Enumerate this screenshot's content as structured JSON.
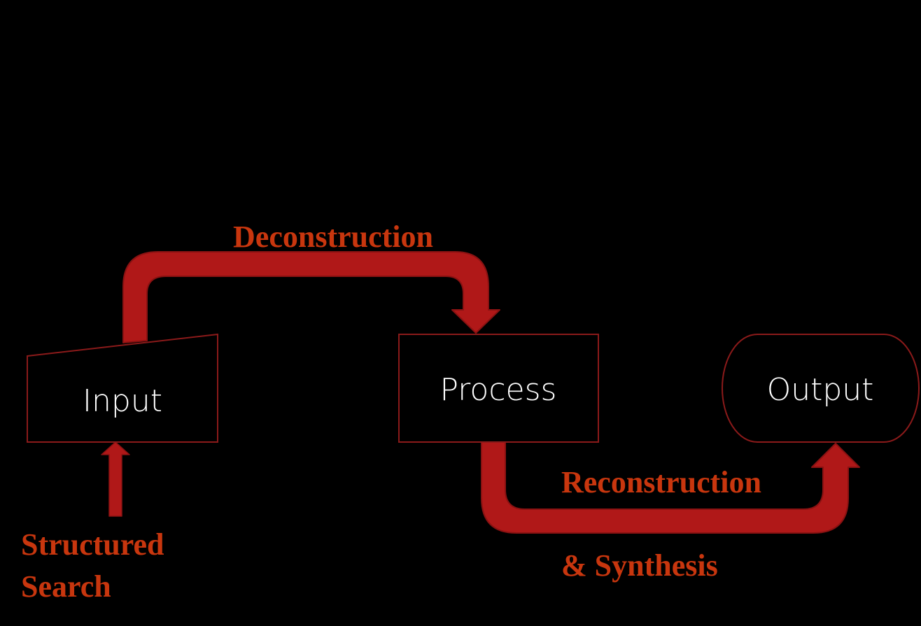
{
  "diagram": {
    "type": "flowchart",
    "nodes": [
      {
        "id": "input",
        "label": "Input",
        "shape": "manual-input"
      },
      {
        "id": "process",
        "label": "Process",
        "shape": "rectangle"
      },
      {
        "id": "output",
        "label": "Output",
        "shape": "terminator"
      }
    ],
    "edges": [
      {
        "from": "structured-search",
        "to": "input",
        "label_lines": [
          "Structured",
          "Search"
        ]
      },
      {
        "from": "input",
        "to": "process",
        "label_lines": [
          "Deconstruction"
        ]
      },
      {
        "from": "process",
        "to": "output",
        "label_lines": [
          "Reconstruction",
          "& Synthesis"
        ]
      }
    ],
    "colors": {
      "background": "#000000",
      "arrow_fill": "#b01818",
      "arrow_outline": "#8a1212",
      "node_border": "#8b1a1a",
      "node_text": "#ffffff",
      "edge_label_text": "#c8360e"
    }
  }
}
